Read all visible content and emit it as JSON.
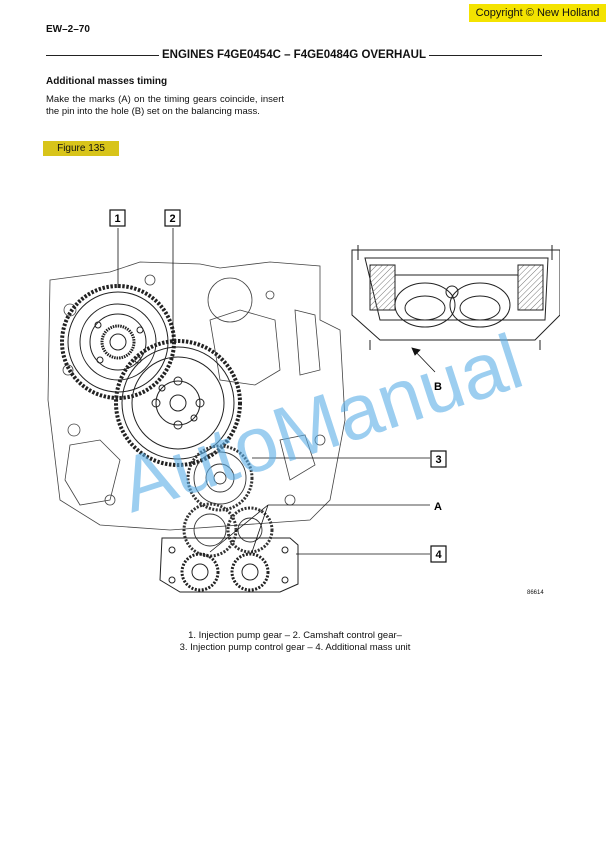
{
  "header": {
    "copyright": "Copyright © New Holland",
    "page_number": "EW–2–70",
    "title": "ENGINES F4GE0454C – F4GE0484G OVERHAUL"
  },
  "section": {
    "heading": "Additional masses timing",
    "body": "Make the marks (A) on the timing gears coincide, insert the pin into the hole (B) set on the balancing mass."
  },
  "figure": {
    "label": "Figure 135",
    "callouts": [
      "1",
      "2",
      "3",
      "A",
      "4",
      "B"
    ],
    "code": "86614",
    "caption_lines": [
      "1. Injection pump gear – 2. Camshaft control gear–",
      "3. Injection pump control gear – 4. Additional mass unit"
    ]
  },
  "watermark": "AutoManual",
  "colors": {
    "copyright_bg": "#f4e300",
    "figure_label_bg": "#d8c41a",
    "watermark": "#5aaee6"
  }
}
